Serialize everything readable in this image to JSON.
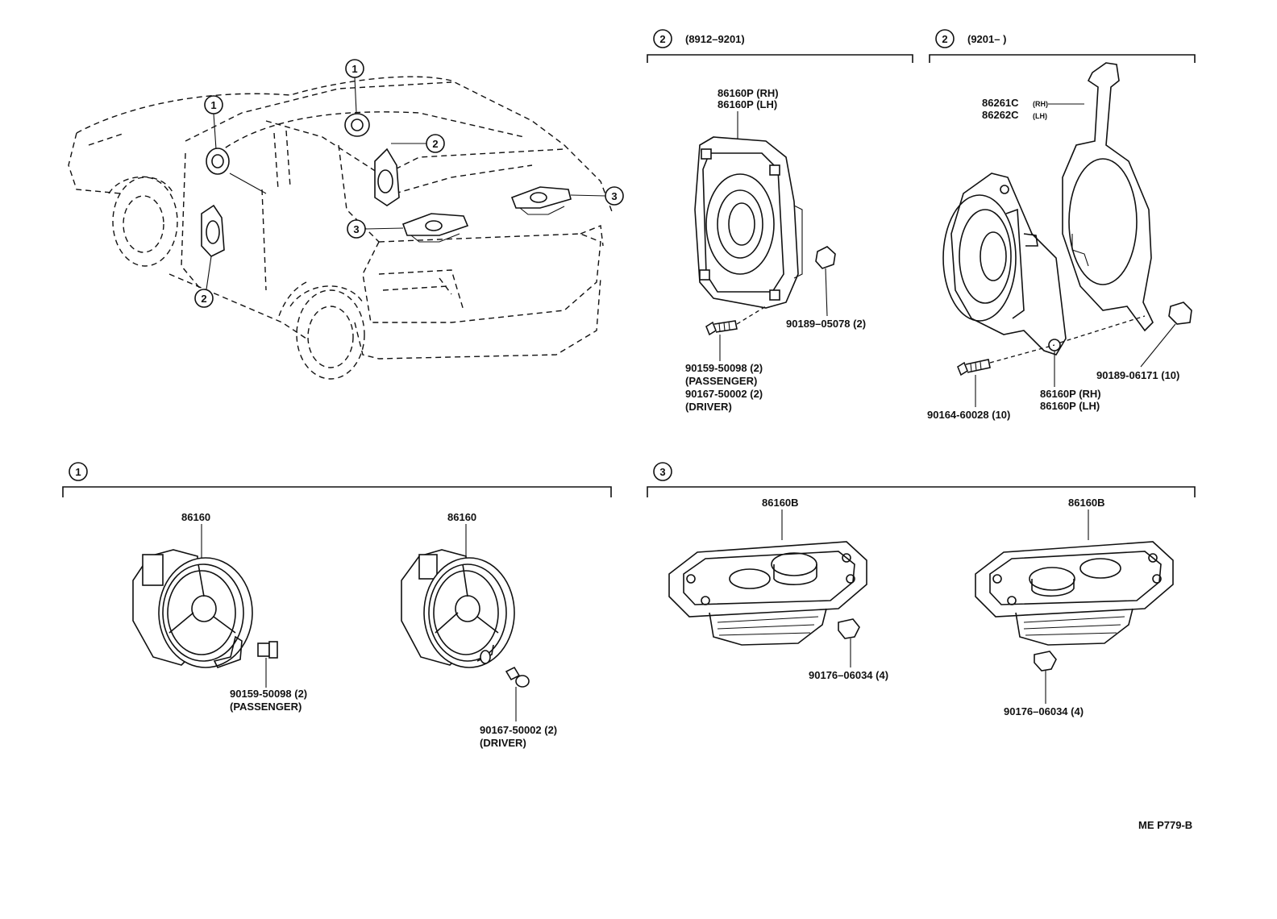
{
  "sections": {
    "s2_early": {
      "num": "2",
      "range": "(8912–9201)"
    },
    "s2_late": {
      "num": "2",
      "range": "(9201–      )"
    },
    "s1": {
      "num": "1"
    },
    "s3": {
      "num": "3"
    }
  },
  "callouts": {
    "c1a": "1",
    "c1b": "1",
    "c2a": "2",
    "c2b": "2",
    "c3a": "3",
    "c3b": "3"
  },
  "parts": {
    "p86160P_rh_a": "86160P (RH)",
    "p86160P_lh_a": "86160P (LH)",
    "p86261C": "86261C",
    "p86261C_side": "(RH)",
    "p86262C": "86262C",
    "p86262C_side": "(LH)",
    "p90189_05078": "90189–05078 (2)",
    "p90159_50098_a": "90159-50098 (2)",
    "p_passenger_a": "(PASSENGER)",
    "p90167_50002_a": "90167-50002 (2)",
    "p_driver_a": "(DRIVER)",
    "p90189_06171": "90189-06171 (10)",
    "p86160P_rh_b": "86160P (RH)",
    "p86160P_lh_b": "86160P (LH)",
    "p90164_60028": "90164-60028 (10)",
    "p86160_a": "86160",
    "p86160_b": "86160",
    "p90159_50098_b": "90159-50098 (2)",
    "p_passenger_b": "(PASSENGER)",
    "p90167_50002_b": "90167-50002 (2)",
    "p_driver_b": "(DRIVER)",
    "p86160B_a": "86160B",
    "p86160B_b": "86160B",
    "p90176_06034_a": "90176–06034 (4)",
    "p90176_06034_b": "90176–06034 (4)"
  },
  "footer": {
    "code": "ME P779-B"
  }
}
